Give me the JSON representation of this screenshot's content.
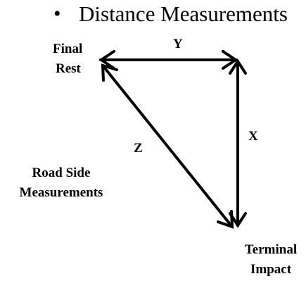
{
  "heading": {
    "bullet": "•",
    "text": "Distance Measurements"
  },
  "labels": {
    "final_rest_line1": "Final",
    "final_rest_line2": "Rest",
    "y": "Y",
    "x": "X",
    "z": "Z",
    "road_side_line1": "Road Side",
    "road_side_line2": "Measurements",
    "terminal_line1": "Terminal",
    "terminal_line2": "Impact"
  },
  "colors": {
    "stroke": "#000000",
    "text": "#000000"
  }
}
